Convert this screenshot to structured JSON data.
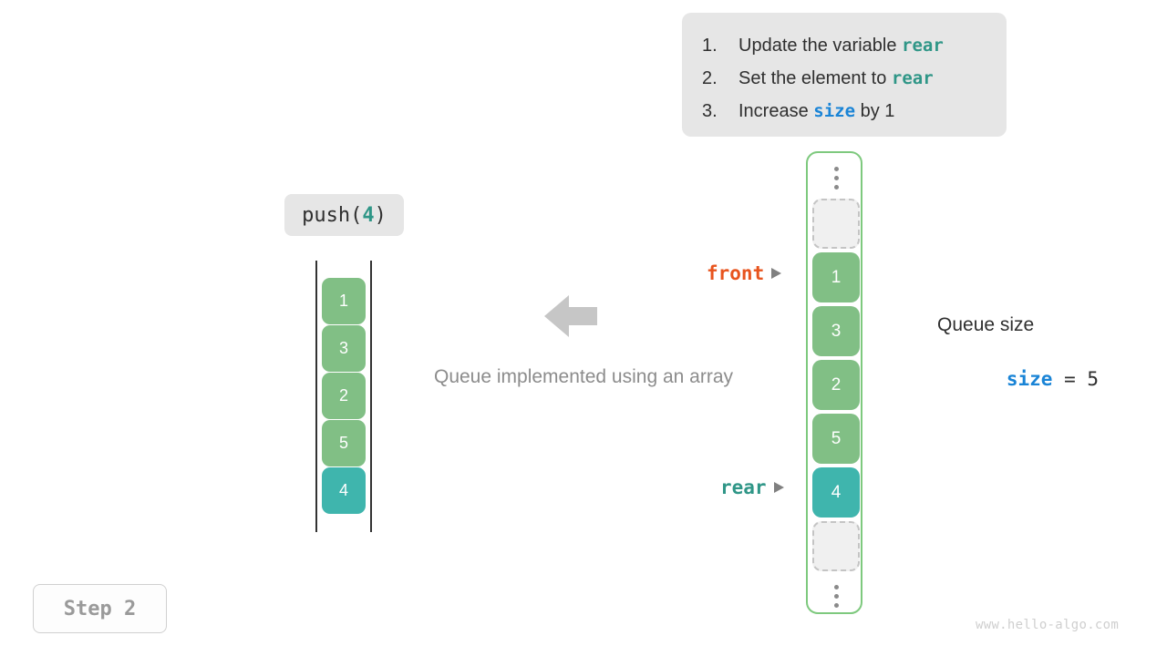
{
  "instructions": {
    "items": [
      {
        "num": "1.",
        "pre": "Update the variable ",
        "code": "rear",
        "code_style": "teal",
        "post": ""
      },
      {
        "num": "2.",
        "pre": "Set the element to ",
        "code": "rear",
        "code_style": "teal",
        "post": ""
      },
      {
        "num": "3.",
        "pre": "Increase ",
        "code": "size",
        "code_style": "blue",
        "post": " by 1"
      }
    ]
  },
  "operation": {
    "name": "push(",
    "arg": "4",
    "close": ")"
  },
  "left_array": {
    "cells": [
      {
        "value": "1",
        "style": "green"
      },
      {
        "value": "3",
        "style": "green"
      },
      {
        "value": "2",
        "style": "green"
      },
      {
        "value": "5",
        "style": "green"
      },
      {
        "value": "4",
        "style": "teal"
      }
    ]
  },
  "caption": "Queue implemented using an array",
  "queue": {
    "cells": [
      {
        "value": "",
        "style": "empty"
      },
      {
        "value": "1",
        "style": "green"
      },
      {
        "value": "3",
        "style": "green"
      },
      {
        "value": "2",
        "style": "green"
      },
      {
        "value": "5",
        "style": "green"
      },
      {
        "value": "4",
        "style": "teal"
      },
      {
        "value": "",
        "style": "empty"
      }
    ]
  },
  "pointers": {
    "front": "front",
    "rear": "rear"
  },
  "size_readout": {
    "title": "Queue size",
    "var": "size",
    "operator": " = ",
    "value": "5"
  },
  "step": "Step 2",
  "watermark": "www.hello-algo.com",
  "colors": {
    "green": "#81bf85",
    "teal": "#3fb5ad",
    "front": "#e8541e",
    "rear": "#2f9687",
    "size_var": "#1a84d6",
    "panel_bg": "#e6e6e6",
    "queue_border": "#7ec97e",
    "arrow": "#c6c6c6"
  }
}
